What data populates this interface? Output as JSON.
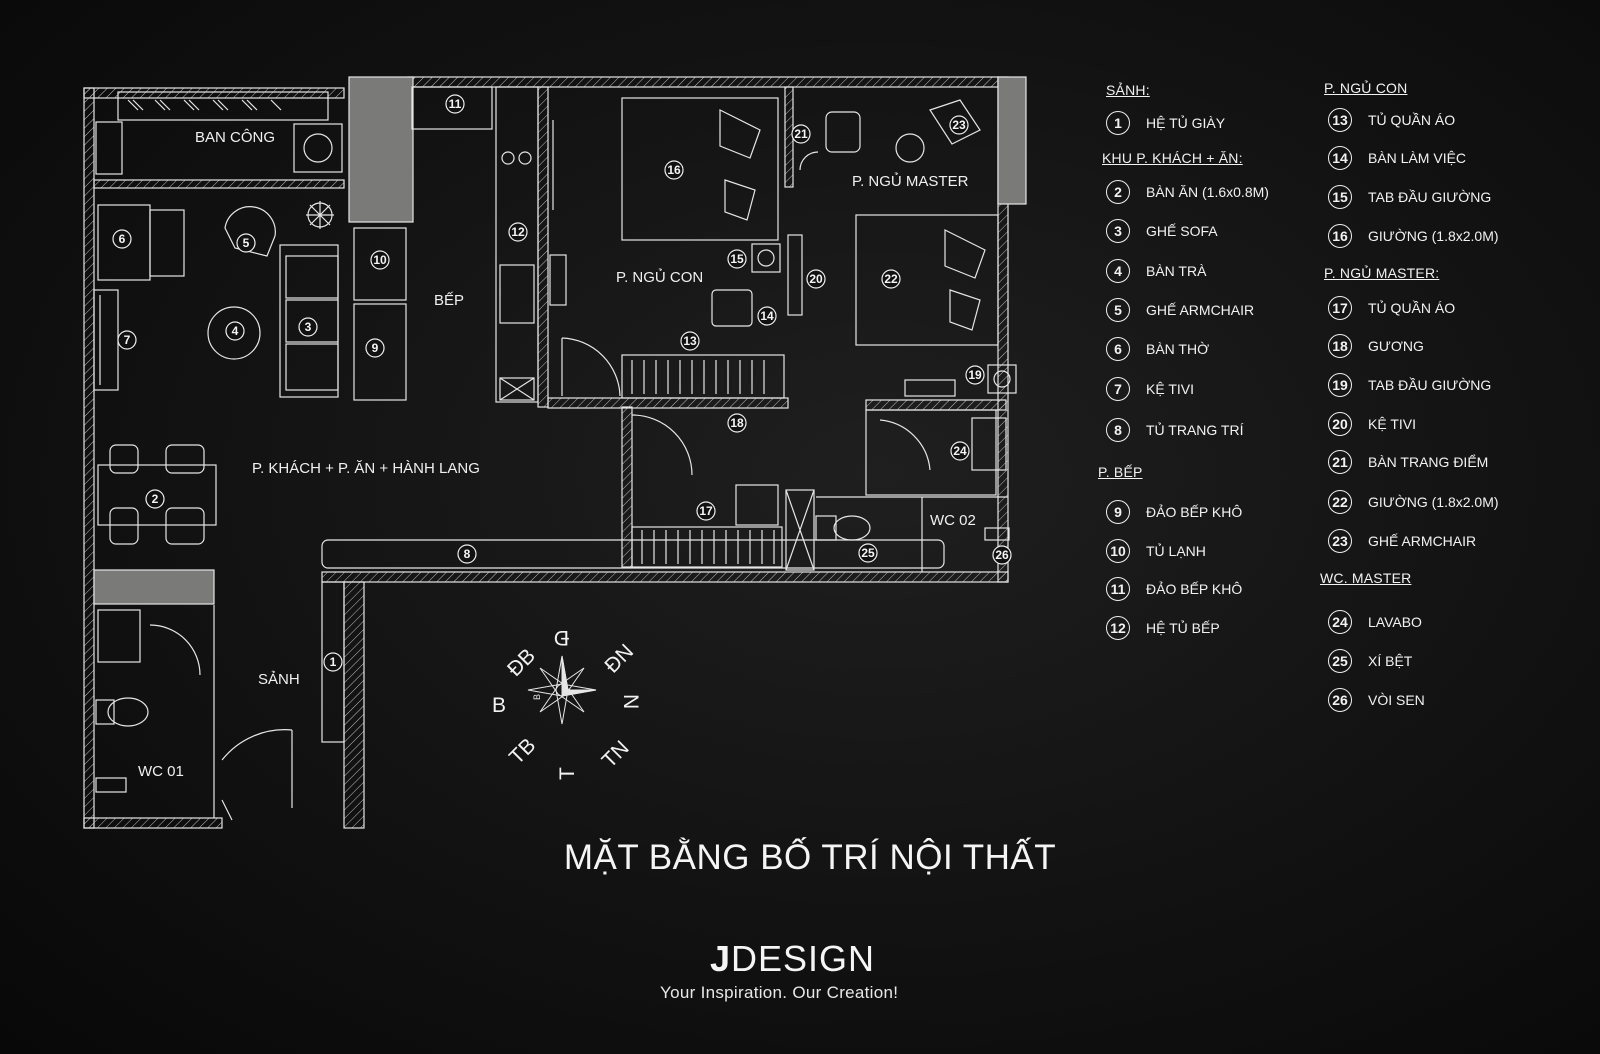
{
  "rooms": {
    "balcony": "BAN CÔNG",
    "kitchen": "BẾP",
    "child_bedroom": "P. NGỦ CON",
    "master_bedroom": "P. NGỦ MASTER",
    "living": "P. KHÁCH + P. ĂN + HÀNH LANG",
    "lobby": "SẢNH",
    "wc01": "WC 01",
    "wc02": "WC 02"
  },
  "plan_markers": [
    "1",
    "2",
    "3",
    "4",
    "5",
    "6",
    "7",
    "8",
    "9",
    "10",
    "11",
    "12",
    "13",
    "14",
    "15",
    "16",
    "17",
    "18",
    "19",
    "20",
    "21",
    "22",
    "23",
    "24",
    "25",
    "26"
  ],
  "compass": {
    "north": "N",
    "south": "T",
    "east": "Đ",
    "west": "B",
    "northeast": "ĐN",
    "northwest": "ĐB",
    "southeast": "TN",
    "southwest": "TB",
    "center_mark": "B"
  },
  "legend": {
    "sections": [
      {
        "title": "SẢNH:",
        "items": [
          {
            "num": "1",
            "label": "HỆ TỦ GIÀY"
          }
        ]
      },
      {
        "title": "KHU P. KHÁCH + ĂN:",
        "items": [
          {
            "num": "2",
            "label": "BÀN ĂN (1.6x0.8M)"
          },
          {
            "num": "3",
            "label": "GHẾ SOFA"
          },
          {
            "num": "4",
            "label": "BÀN TRÀ"
          },
          {
            "num": "5",
            "label": "GHẾ ARMCHAIR"
          },
          {
            "num": "6",
            "label": "BÀN THỜ"
          },
          {
            "num": "7",
            "label": "KỆ TIVI"
          },
          {
            "num": "8",
            "label": "TỦ TRANG TRÍ"
          }
        ]
      },
      {
        "title": "P. BẾP",
        "items": [
          {
            "num": "9",
            "label": "ĐẢO BẾP KHÔ"
          },
          {
            "num": "10",
            "label": "TỦ LẠNH"
          },
          {
            "num": "11",
            "label": "ĐẢO BẾP KHÔ"
          },
          {
            "num": "12",
            "label": "HỆ TỦ BẾP"
          }
        ]
      },
      {
        "title": "P. NGỦ CON",
        "items": [
          {
            "num": "13",
            "label": "TỦ QUẦN ÁO"
          },
          {
            "num": "14",
            "label": "BÀN LÀM VIỆC"
          },
          {
            "num": "15",
            "label": "TAB ĐẦU GIƯỜNG"
          },
          {
            "num": "16",
            "label": "GIƯỜNG (1.8x2.0M)"
          }
        ]
      },
      {
        "title": "P. NGỦ MASTER:",
        "items": [
          {
            "num": "17",
            "label": "TỦ QUẦN ÁO"
          },
          {
            "num": "18",
            "label": "GƯƠNG"
          },
          {
            "num": "19",
            "label": "TAB ĐẦU GIƯỜNG"
          },
          {
            "num": "20",
            "label": "KỆ TIVI"
          },
          {
            "num": "21",
            "label": "BÀN TRANG ĐIỂM"
          },
          {
            "num": "22",
            "label": "GIƯỜNG (1.8x2.0M)"
          },
          {
            "num": "23",
            "label": "GHẾ ARMCHAIR"
          }
        ]
      },
      {
        "title": "WC. MASTER",
        "items": [
          {
            "num": "24",
            "label": "LAVABO"
          },
          {
            "num": "25",
            "label": "XÍ BỆT"
          },
          {
            "num": "26",
            "label": "VÒI SEN"
          }
        ]
      }
    ]
  },
  "title": "MẶT BẰNG BỐ TRÍ NỘI THẤT",
  "brand": {
    "logo_letter": "J",
    "logo_rest": "DESIGN",
    "tagline": "Your Inspiration. Our Creation!"
  },
  "colors": {
    "background": "#0d0d0d",
    "line": "#e6e6e6",
    "column_fill": "#7a7a78"
  }
}
